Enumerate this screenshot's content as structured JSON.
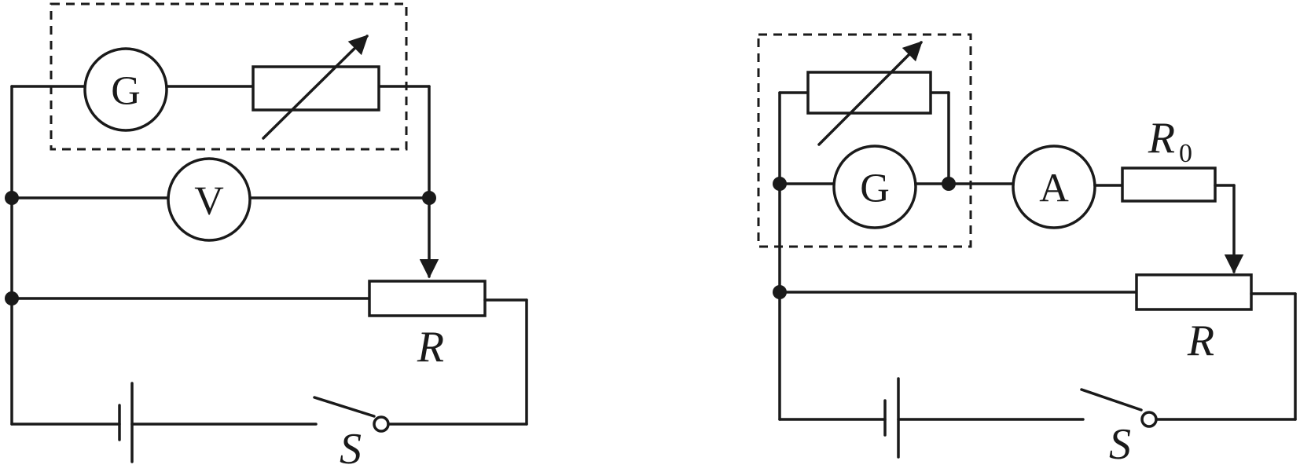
{
  "left_circuit": {
    "galvanometer_label": "G",
    "voltmeter_label": "V",
    "rheostat_label": "R",
    "switch_label": "S"
  },
  "right_circuit": {
    "galvanometer_label": "G",
    "ammeter_label": "A",
    "fixed_resistor_label": "R",
    "fixed_resistor_subscript": "0",
    "rheostat_label": "R",
    "switch_label": "S"
  },
  "colors": {
    "line": "#1a1a1a",
    "background": "#ffffff"
  }
}
